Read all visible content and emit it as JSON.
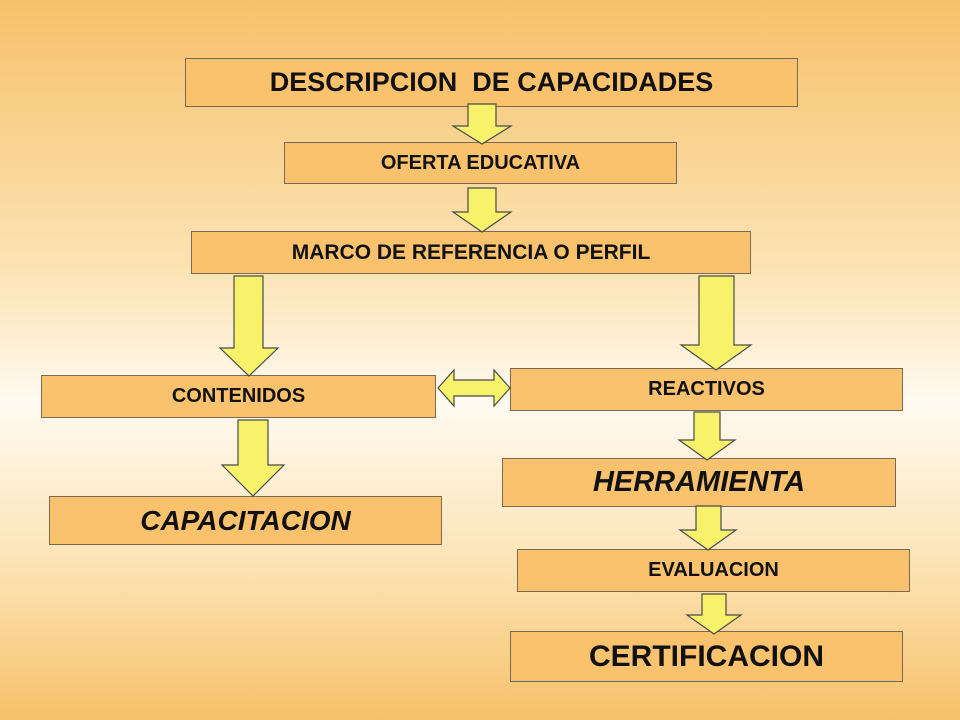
{
  "diagram": {
    "nodes": {
      "descripcion": "DESCRIPCION  DE CAPACIDADES",
      "oferta": "OFERTA EDUCATIVA",
      "marco": "MARCO DE REFERENCIA O PERFIL",
      "contenidos": "CONTENIDOS",
      "reactivos": "REACTIVOS",
      "capacitacion": "CAPACITACION",
      "herramienta": "HERRAMIENTA",
      "evaluacion": "EVALUACION",
      "certificacion": "CERTIFICACION"
    },
    "colors": {
      "box_fill": "#fbc26d",
      "arrow_fill": "#f7f26a",
      "background_light": "#fffaf0",
      "background_dark": "#f7c16a"
    }
  }
}
